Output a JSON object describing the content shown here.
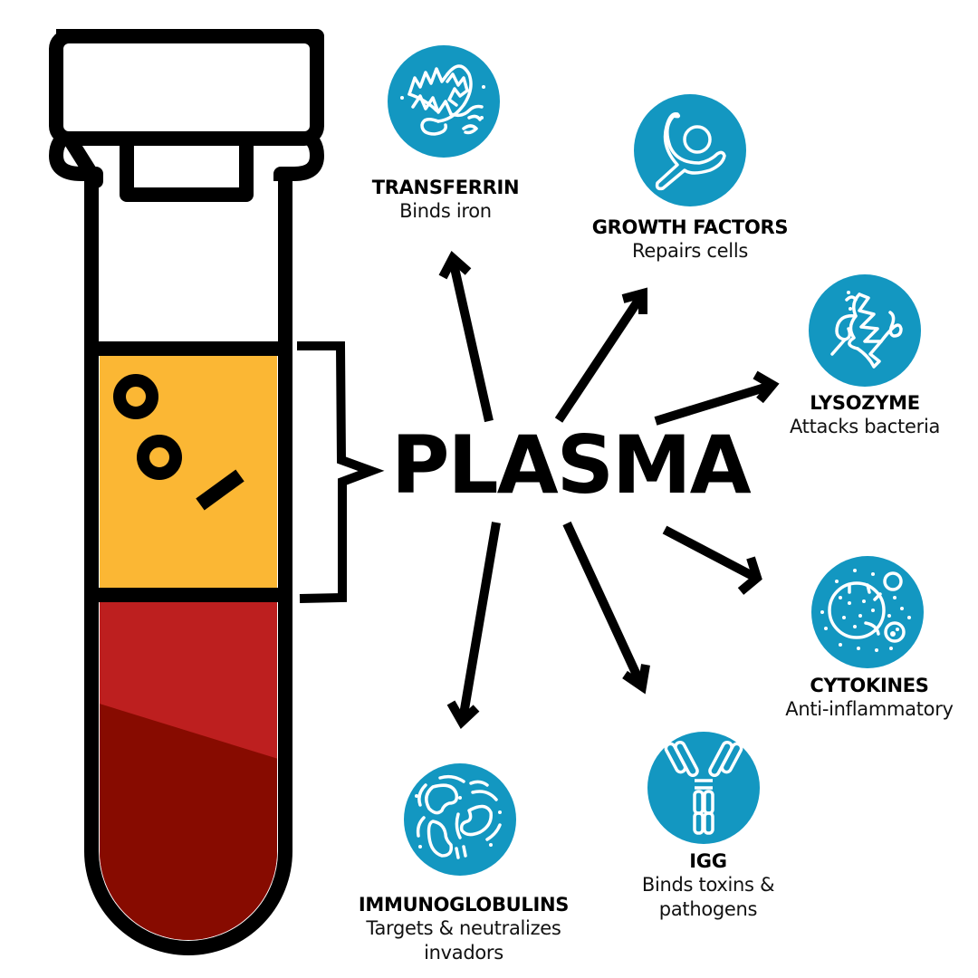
{
  "title": "PLASMA",
  "colors": {
    "accent": "#1397c1",
    "plasma": "#fbb734",
    "blood_light": "#bd1f1f",
    "blood_dark": "#870b00",
    "outline": "#000000",
    "icon_stroke": "#ffffff"
  },
  "tube": {
    "layers": [
      "empty",
      "plasma",
      "red-blood-cells"
    ]
  },
  "components": [
    {
      "id": "transferrin",
      "name": "TRANSFERRIN",
      "description": "Binds iron",
      "icon": "protein-ribbon-icon"
    },
    {
      "id": "growth-factors",
      "name": "GROWTH FACTORS",
      "description": "Repairs cells",
      "icon": "receptor-icon"
    },
    {
      "id": "lysozyme",
      "name": "LYSOZYME",
      "description": "Attacks bacteria",
      "icon": "helix-protein-icon"
    },
    {
      "id": "cytokines",
      "name": "CYTOKINES",
      "description": "Anti-inflammatory",
      "icon": "cell-particles-icon"
    },
    {
      "id": "igg",
      "name": "IGG",
      "description": "Binds toxins & pathogens",
      "description_lines": [
        "Binds toxins &",
        "pathogens"
      ],
      "icon": "antibody-icon"
    },
    {
      "id": "immunoglobulins",
      "name": "IMMUNOGLOBULINS",
      "description": "Targets & neutralizes invadors",
      "description_lines": [
        "Targets & neutralizes",
        "invadors"
      ],
      "icon": "bean-cells-icon"
    }
  ]
}
